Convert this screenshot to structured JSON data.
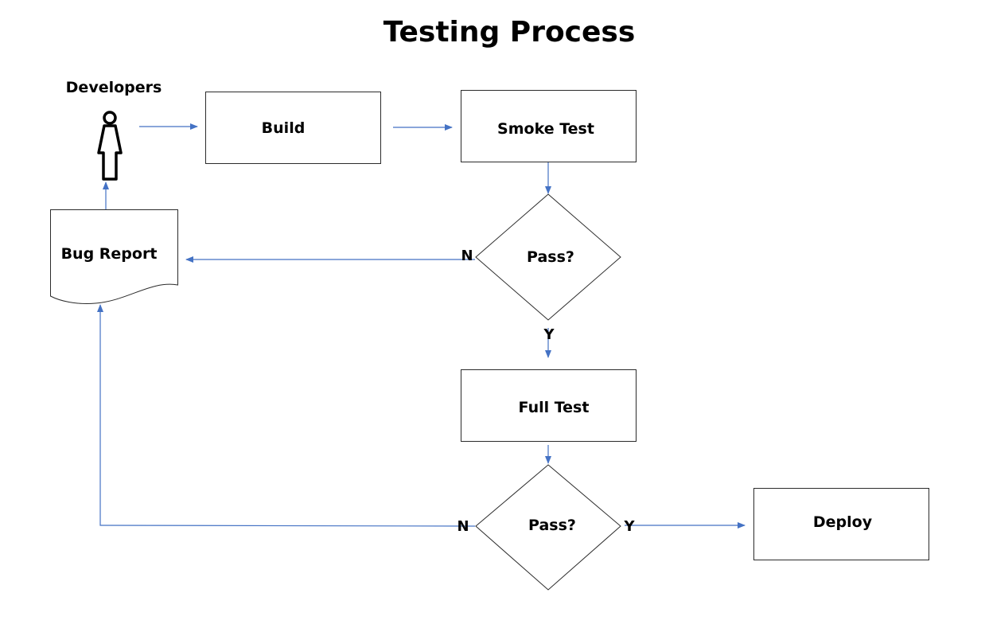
{
  "title": "Testing Process",
  "actor": {
    "label": "Developers",
    "icon": "person-icon"
  },
  "nodes": {
    "build": "Build",
    "smoke_test": "Smoke Test",
    "pass1": "Pass?",
    "full_test": "Full Test",
    "pass2": "Pass?",
    "deploy": "Deploy",
    "bug_report": "Bug Report"
  },
  "branches": {
    "pass1_no": "N",
    "pass1_yes": "Y",
    "pass2_no": "N",
    "pass2_yes": "Y"
  },
  "colors": {
    "connector": "#4472c4",
    "shape_stroke": "#2b2b2b",
    "text": "#000000"
  }
}
